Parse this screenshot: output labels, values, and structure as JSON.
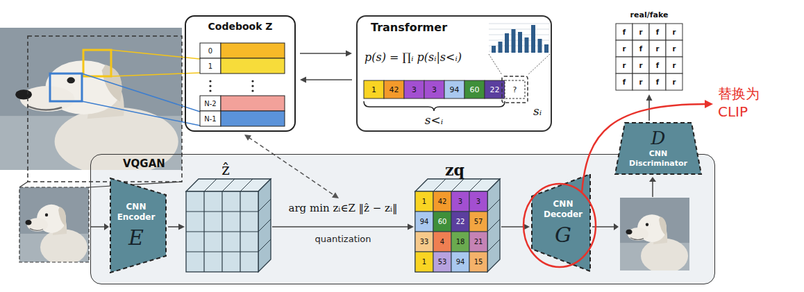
{
  "diagram": {
    "nodes": [
      {
        "text": [
          "Codebook Z"
        ]
      },
      {
        "text": [
          "Transformer",
          "p(s) = ∏ᵢ p(sᵢ|s<ᵢ)"
        ]
      },
      {
        "text": [
          "VQGAN"
        ]
      },
      {
        "text": [
          "CNN Encoder",
          "E"
        ],
        "in": 2
      },
      {
        "text": [
          "ẑ"
        ],
        "in": 2
      },
      {
        "text": [
          "zq"
        ],
        "in": 2
      },
      {
        "text": [
          "CNN Decoder",
          "G"
        ],
        "in": 2
      },
      {
        "text": [
          "D",
          "CNN Discriminator"
        ],
        "in": 2
      },
      {
        "text": [
          "real/fake"
        ]
      }
    ],
    "edges": [
      {
        "from": 0,
        "to": 1,
        "arrow": "to"
      },
      {
        "from": 1,
        "to": 0,
        "arrow": "to"
      },
      {
        "from": 3,
        "to": 4,
        "arrow": "to"
      },
      {
        "from": 4,
        "to": 5,
        "arrow": "to",
        "label": "quantization"
      },
      {
        "from": 5,
        "to": 6,
        "arrow": "to"
      },
      {
        "from": 7,
        "to": 8,
        "arrow": "to"
      }
    ],
    "labels": [
      "0",
      "1",
      "N-2",
      "N-1",
      "1",
      "42",
      "3",
      "3",
      "94",
      "60",
      "22",
      "?",
      "s<ᵢ",
      "sᵢ",
      "arg min zᵢ∈Z ‖ẑ − zᵢ‖",
      "1",
      "42",
      "3",
      "3",
      "94",
      "60",
      "22",
      "57",
      "33",
      "4",
      "18",
      "21",
      "1",
      "53",
      "94",
      "15",
      "f",
      "r",
      "f",
      "r",
      "r",
      "f",
      "r",
      "r",
      "r",
      "r",
      "f",
      "r",
      "f",
      "r",
      "f",
      "r",
      "替换为 CLIP"
    ]
  }
}
